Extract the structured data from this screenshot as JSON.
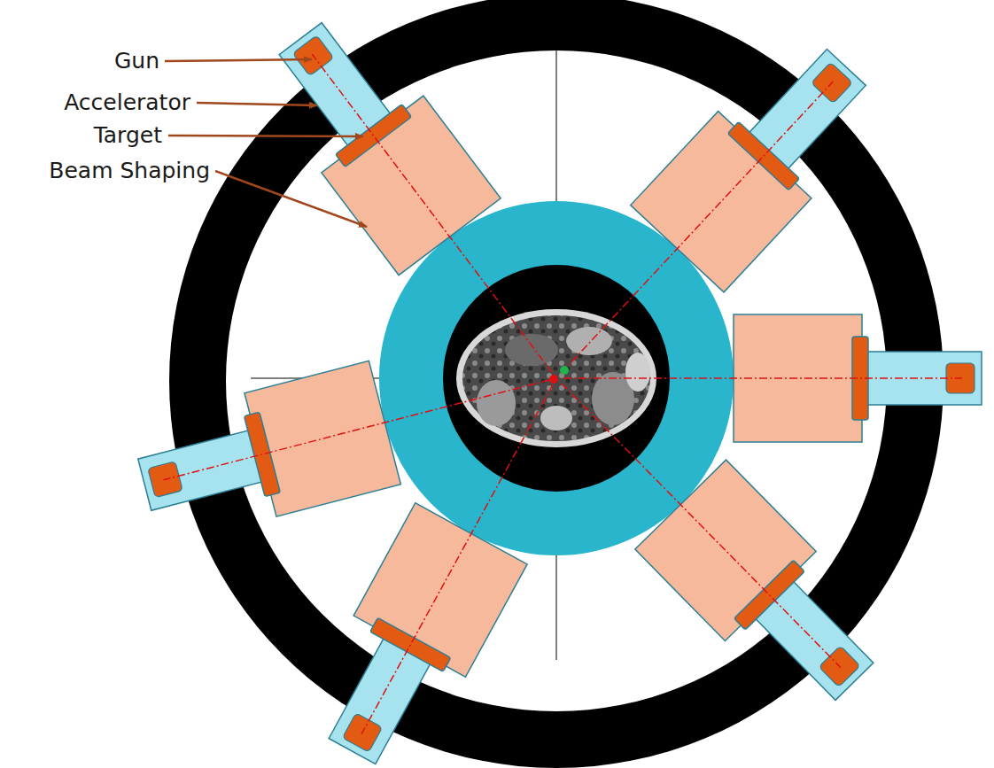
{
  "diagram": {
    "labels": [
      "Gun",
      "Accelerator",
      "Target",
      "Beam Shaping"
    ]
  }
}
